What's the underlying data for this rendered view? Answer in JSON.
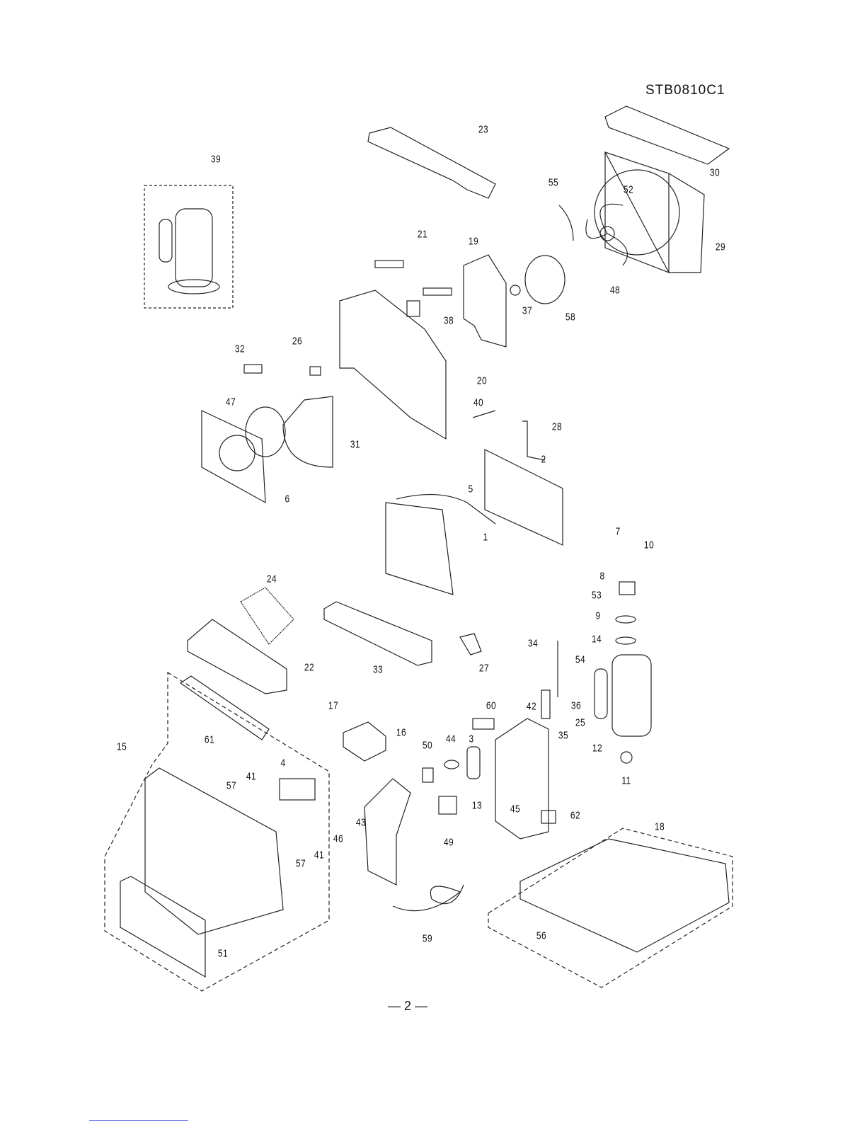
{
  "document_code": "STB0810C1",
  "page_number": "— 2 —",
  "part_labels": [
    "23",
    "39",
    "30",
    "55",
    "52",
    "29",
    "21",
    "19",
    "37",
    "58",
    "48",
    "38",
    "32",
    "26",
    "20",
    "47",
    "40",
    "28",
    "31",
    "2",
    "6",
    "5",
    "7",
    "10",
    "1",
    "8",
    "53",
    "9",
    "24",
    "14",
    "34",
    "54",
    "22",
    "33",
    "27",
    "60",
    "42",
    "36",
    "17",
    "25",
    "16",
    "35",
    "61",
    "50",
    "44",
    "3",
    "15",
    "12",
    "4",
    "41",
    "57",
    "11",
    "13",
    "45",
    "62",
    "43",
    "18",
    "46",
    "49",
    "41",
    "57",
    "56",
    "59",
    "51"
  ]
}
